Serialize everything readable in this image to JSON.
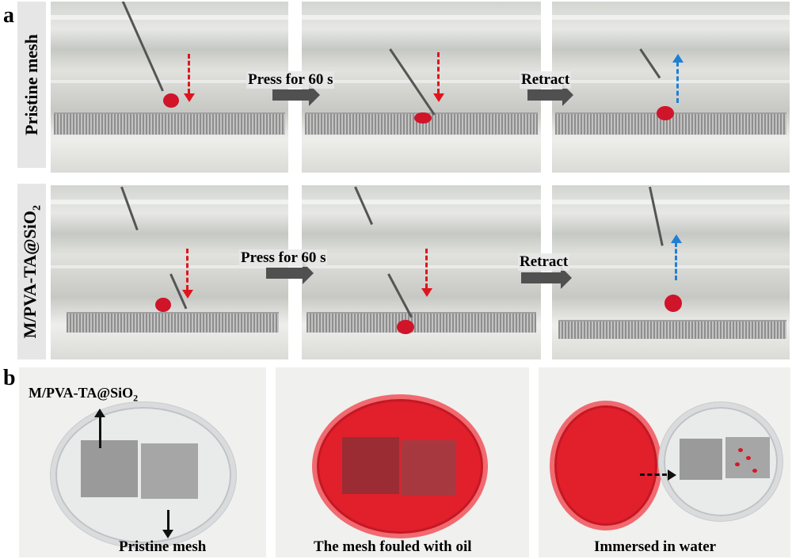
{
  "panel_a": {
    "letter": "a",
    "row1_label": "Pristine mesh",
    "row2_label": "M/PVA-TA@SiO",
    "row2_label_sub": "2",
    "step1": "Press for 60 s",
    "step2": "Retract"
  },
  "panel_b": {
    "letter": "b",
    "annotation": "M/PVA-TA@SiO",
    "annotation_sub": "2",
    "captions": [
      "Pristine mesh",
      "The mesh fouled with oil",
      "Immersed in water"
    ]
  },
  "colors": {
    "oil_red": "#e1202c",
    "arrow_red": "#e0141c",
    "arrow_blue": "#1e7fd6",
    "step_arrow": "#505050"
  }
}
